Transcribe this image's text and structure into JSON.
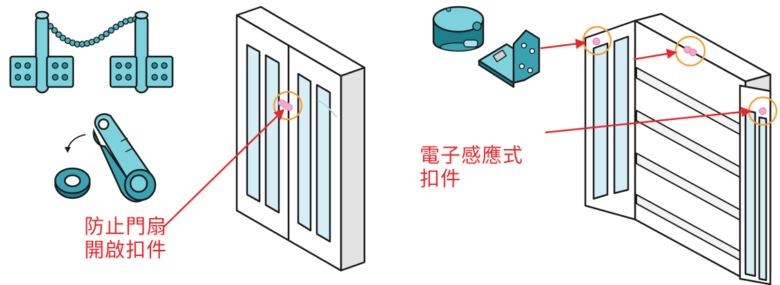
{
  "colors": {
    "metal": "#7dd3dd",
    "metal_dark": "#3aa3b3",
    "metal_deep": "#1d7f8c",
    "glass": "#d6eef6",
    "cabinet_side": "#e3e3e3",
    "outline": "#1a1a1a",
    "highlight_circle": "#f4a132",
    "arrow": "#e8262a",
    "sensor_dot": "#f2a9cc"
  },
  "labels": {
    "left_line1": "防止門扇",
    "left_line2": "開啟扣件",
    "right_line1": "電子感應式",
    "right_line2": "扣件"
  },
  "icons": [
    "chain-door-stopper-icon",
    "swing-arm-latch-icon",
    "electronic-sensor-icon",
    "mounting-bracket-icon",
    "closed-cabinet-icon",
    "open-cabinet-icon"
  ]
}
